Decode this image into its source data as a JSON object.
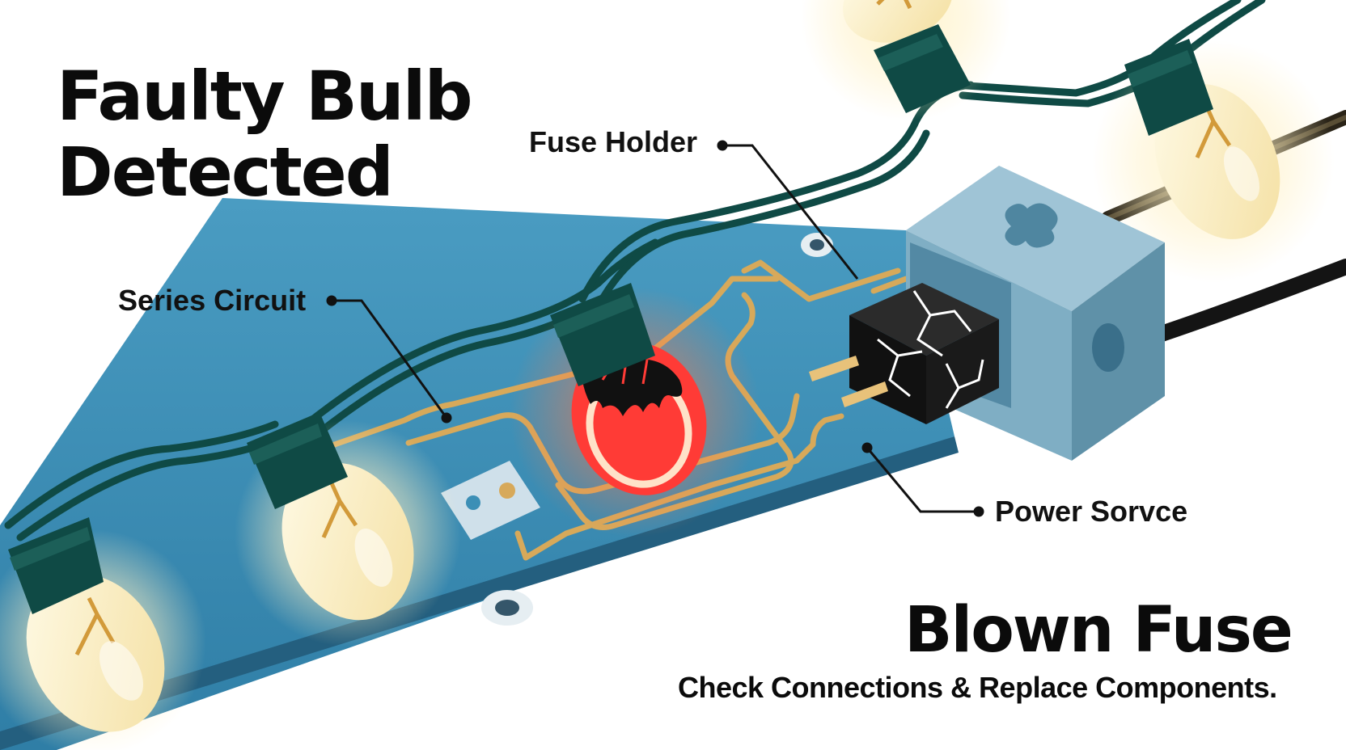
{
  "title": {
    "line1": "Faulty Bulb",
    "line2": "Detected"
  },
  "callouts": {
    "fuse_holder": "Fuse Holder",
    "series_circuit": "Series Circuit",
    "power_source": "Power Sorvce"
  },
  "subtitle": "Blown Fuse",
  "caption": "Check Connections & Replace Components.",
  "colors": {
    "board": "#3c8fb6",
    "trace": "#d7a95a",
    "wire": "#0f4a45",
    "bulb_glow": "#fff1c4",
    "faulty_bulb": "#ff3b36",
    "fuse_box": "#8fb8cc",
    "fuse": "#111111"
  },
  "icons": {
    "bulbs": [
      "lit-bulb-icon",
      "lit-bulb-icon",
      "faulty-bulb-icon",
      "lit-bulb-icon",
      "lit-bulb-icon"
    ],
    "fuse": "blown-fuse-icon",
    "fuse_box": "fuse-holder-box-icon"
  }
}
